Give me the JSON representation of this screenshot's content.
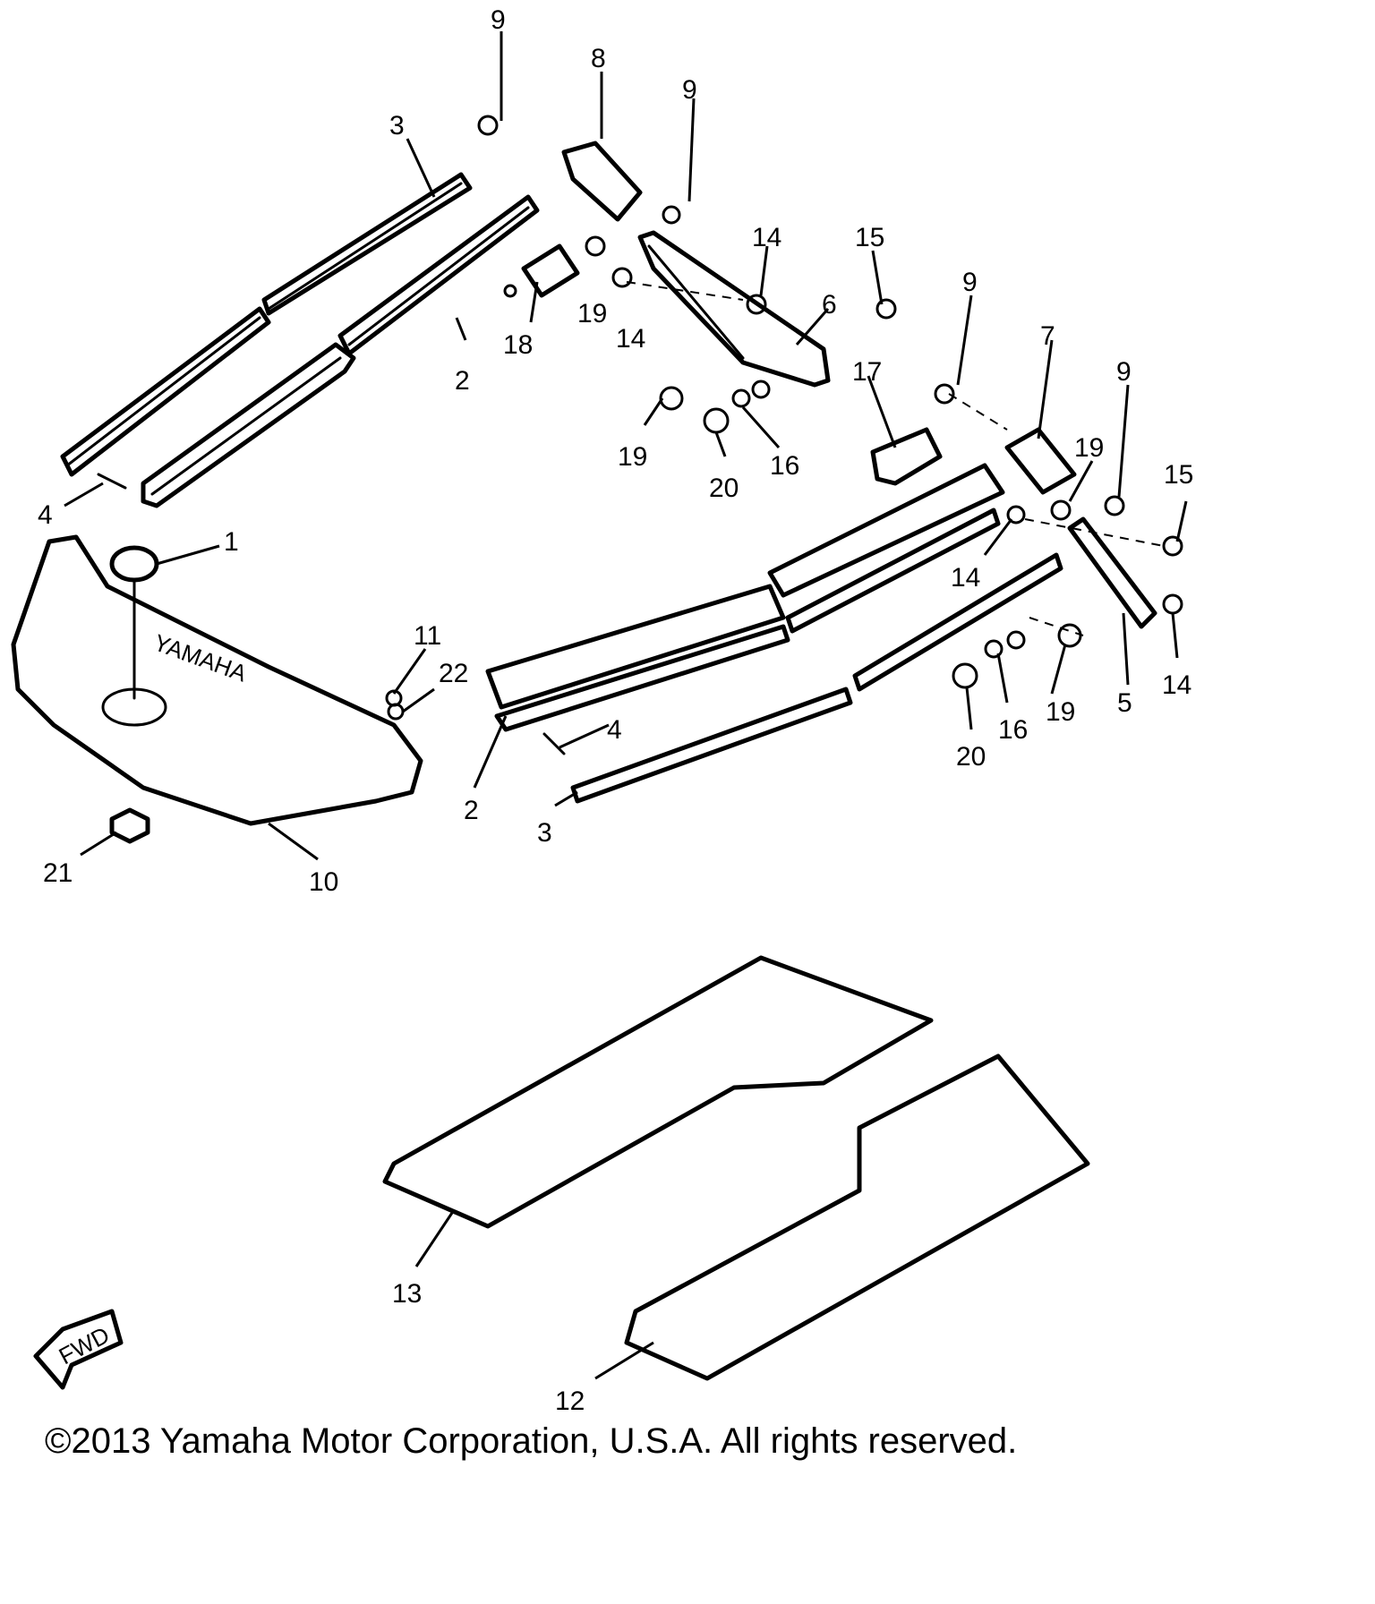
{
  "diagram": {
    "callouts": [
      "9",
      "8",
      "9",
      "3",
      "14",
      "15",
      "6",
      "9",
      "7",
      "18",
      "19",
      "14",
      "2",
      "17",
      "9",
      "19",
      "19",
      "20",
      "16",
      "15",
      "4",
      "1",
      "14",
      "11",
      "22",
      "4",
      "5",
      "14",
      "16",
      "19",
      "20",
      "2",
      "3",
      "21",
      "10",
      "13",
      "12"
    ],
    "fwd_label": "FWD",
    "emblem_text": "YAMAHA"
  },
  "footer": {
    "copyright": "©2013 Yamaha Motor Corporation, U.S.A. All rights reserved."
  }
}
